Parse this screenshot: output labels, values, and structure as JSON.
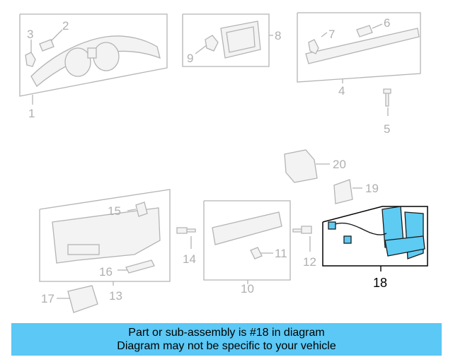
{
  "callouts": {
    "c1": "1",
    "c2": "2",
    "c3": "3",
    "c4": "4",
    "c5": "5",
    "c6": "6",
    "c7": "7",
    "c8": "8",
    "c9": "9",
    "c10": "10",
    "c11": "11",
    "c12": "12",
    "c13": "13",
    "c14": "14",
    "c15": "15",
    "c16": "16",
    "c17": "17",
    "c18": "18",
    "c19": "19",
    "c20": "20"
  },
  "highlighted_part": "18",
  "colors": {
    "highlight": "#5ecbf2",
    "banner": "#5bc8f5",
    "gray": "#b4b4b4"
  },
  "banner": {
    "line1": "Part or sub-assembly is #18 in diagram",
    "line2": "Diagram may not be specific to your vehicle"
  }
}
